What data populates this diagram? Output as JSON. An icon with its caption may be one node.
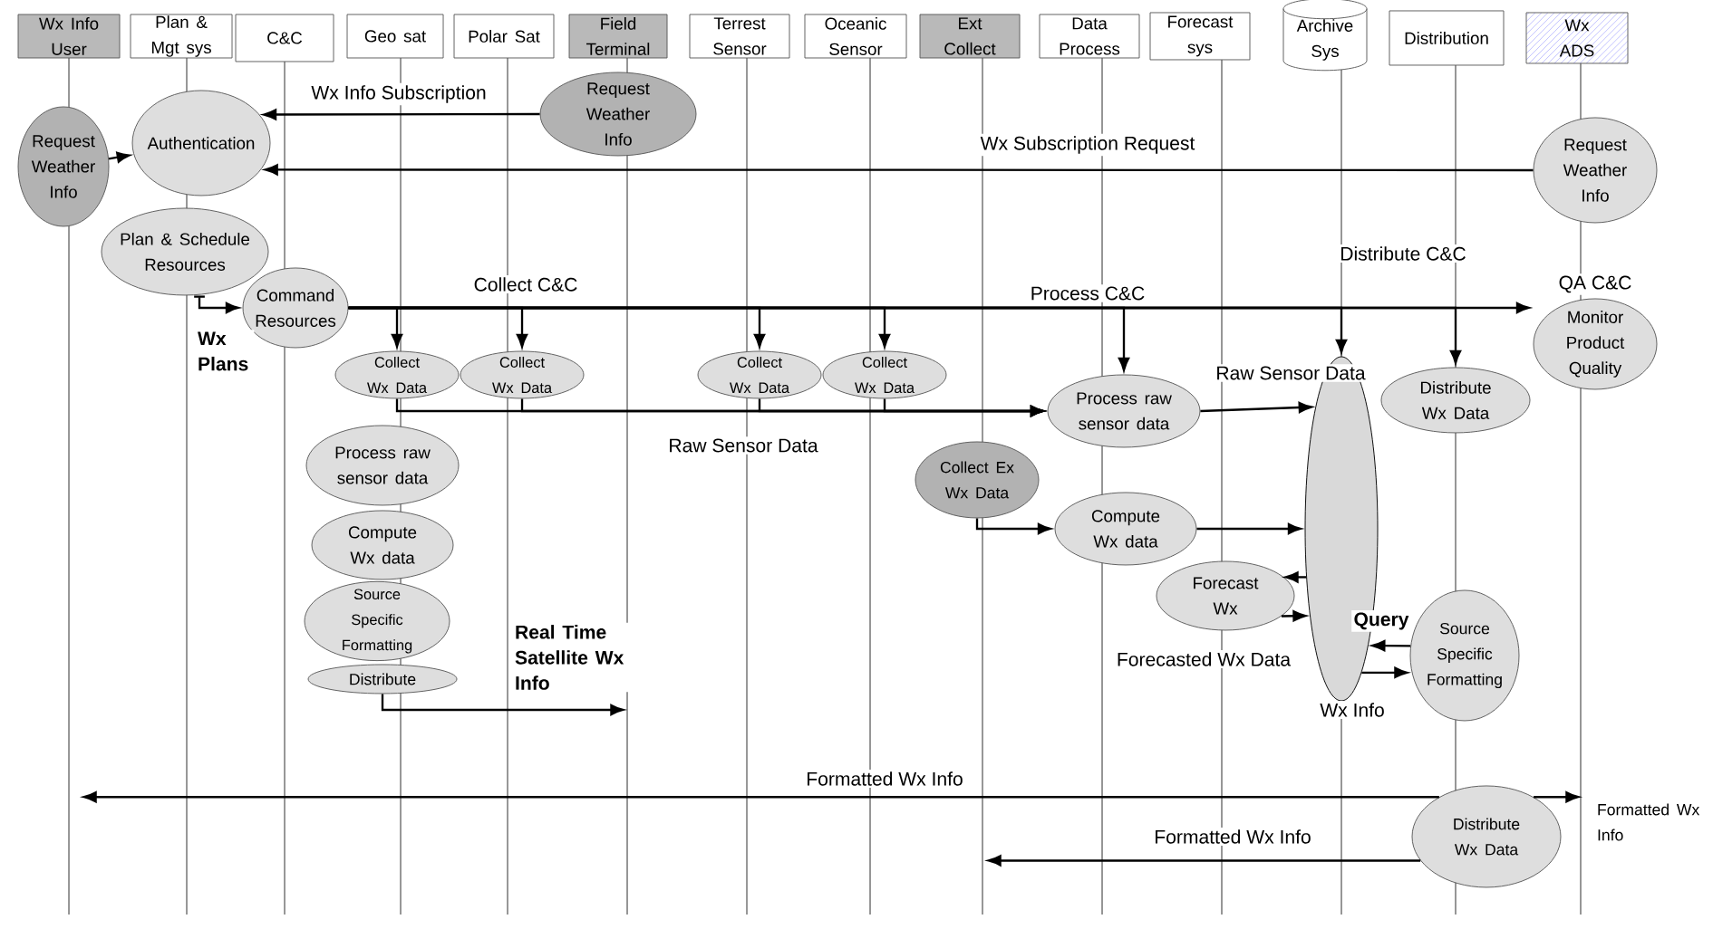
{
  "diagram": {
    "nodes": [
      {
        "text": [
          "Wx Info User"
        ]
      },
      {
        "text": [
          "Plan & Mgt sys"
        ]
      },
      {
        "text": [
          "C&C"
        ]
      },
      {
        "text": [
          "Geo sat"
        ]
      },
      {
        "text": [
          "Polar Sat"
        ]
      },
      {
        "text": [
          "Field Terminal"
        ]
      },
      {
        "text": [
          "Terrest Sensor"
        ]
      },
      {
        "text": [
          "Oceanic Sensor"
        ]
      },
      {
        "text": [
          "Ext Collect"
        ]
      },
      {
        "text": [
          "Data Process"
        ]
      },
      {
        "text": [
          "Forecast sys"
        ]
      },
      {
        "text": [
          "Archive Sys"
        ]
      },
      {
        "text": [
          "Distribution"
        ]
      },
      {
        "text": [
          "Wx ADS"
        ]
      },
      {
        "text": [
          "Request Weather Info"
        ]
      },
      {
        "text": [
          "Authentication"
        ]
      },
      {
        "text": [
          "Request Weather Info"
        ]
      },
      {
        "text": [
          "Request Weather Info"
        ]
      },
      {
        "text": [
          "Plan & Schedule Resources"
        ]
      },
      {
        "text": [
          "Command Resources"
        ]
      },
      {
        "text": [
          "Monitor Product Quality"
        ]
      },
      {
        "text": [
          "Collect Wx Data"
        ]
      },
      {
        "text": [
          "Collect Wx Data"
        ]
      },
      {
        "text": [
          "Collect Wx Data"
        ]
      },
      {
        "text": [
          "Collect Wx Data"
        ]
      },
      {
        "text": [
          "Process raw sensor data"
        ]
      },
      {
        "text": [
          "Distribute Wx Data"
        ]
      },
      {
        "text": [
          "Process raw sensor data"
        ]
      },
      {
        "text": [
          "Compute Wx data"
        ]
      },
      {
        "text": [
          "Source Specific Formatting"
        ]
      },
      {
        "text": [
          "Collect Ex Wx Data"
        ]
      },
      {
        "text": [
          "Compute Wx data"
        ]
      },
      {
        "text": [
          "Forecast Wx"
        ]
      },
      {
        "text": [
          "Source Specific Formatting"
        ]
      },
      {
        "text": [
          "Distribute"
        ]
      },
      {
        "text": [
          "Distribute Wx Data"
        ]
      },
      {
        "text": [],
        "shape": "ellipse"
      },
      {
        "text": [
          "Formatted Wx Info"
        ]
      }
    ],
    "edges": [
      {
        "from": 14,
        "to": 15,
        "arrow": "to"
      },
      {
        "from": 16,
        "to": 15,
        "arrow": "to",
        "label": "Wx Info Subscription"
      },
      {
        "from": 17,
        "to": 15,
        "arrow": "to",
        "label": "Wx Subscription Request"
      },
      {
        "from": 18,
        "to": 19,
        "arrow": "to"
      },
      {
        "from": 19,
        "to": 21,
        "arrow": "to"
      },
      {
        "from": 19,
        "to": 22,
        "arrow": "to",
        "label": "Collect C&C"
      },
      {
        "from": 19,
        "to": 23,
        "arrow": "to"
      },
      {
        "from": 19,
        "to": 24,
        "arrow": "to"
      },
      {
        "from": 19,
        "to": 25,
        "arrow": "to"
      },
      {
        "from": 19,
        "to": 36,
        "arrow": "to",
        "label": "Process C&C"
      },
      {
        "from": 19,
        "to": 26,
        "arrow": "to",
        "label": "Distribute C&C"
      },
      {
        "from": 19,
        "to": 20,
        "arrow": "to",
        "label": "QA C&C"
      },
      {
        "from": 21,
        "to": 25,
        "arrow": "to",
        "label": "Raw Sensor Data"
      },
      {
        "from": 22,
        "to": 25,
        "arrow": "to"
      },
      {
        "from": 23,
        "to": 25,
        "arrow": "to"
      },
      {
        "from": 24,
        "to": 25,
        "arrow": "to"
      },
      {
        "from": 25,
        "to": 36,
        "arrow": "to",
        "label": "Raw Sensor Data"
      },
      {
        "from": 30,
        "to": 31,
        "arrow": "to"
      },
      {
        "from": 31,
        "to": 36,
        "arrow": "to"
      },
      {
        "from": 36,
        "to": 32,
        "arrow": "to"
      },
      {
        "from": 32,
        "to": 36,
        "arrow": "to",
        "label": "Forecasted Wx Data"
      },
      {
        "from": 33,
        "to": 36,
        "arrow": "to",
        "label": "Query"
      },
      {
        "from": 36,
        "to": 33,
        "arrow": "to",
        "label": "Wx Info"
      },
      {
        "from": 34,
        "to": null,
        "arrow": "to",
        "label": "Real Time Satellite Wx Info"
      },
      {
        "from": 35,
        "to": null,
        "arrow": "to",
        "label": "Formatted Wx Info"
      },
      {
        "from": 35,
        "to": 37,
        "arrow": "to"
      },
      {
        "from": 35,
        "to": null,
        "arrow": "to",
        "label": "Formatted Wx Info"
      }
    ],
    "labels": [
      "Wx Plans"
    ]
  }
}
